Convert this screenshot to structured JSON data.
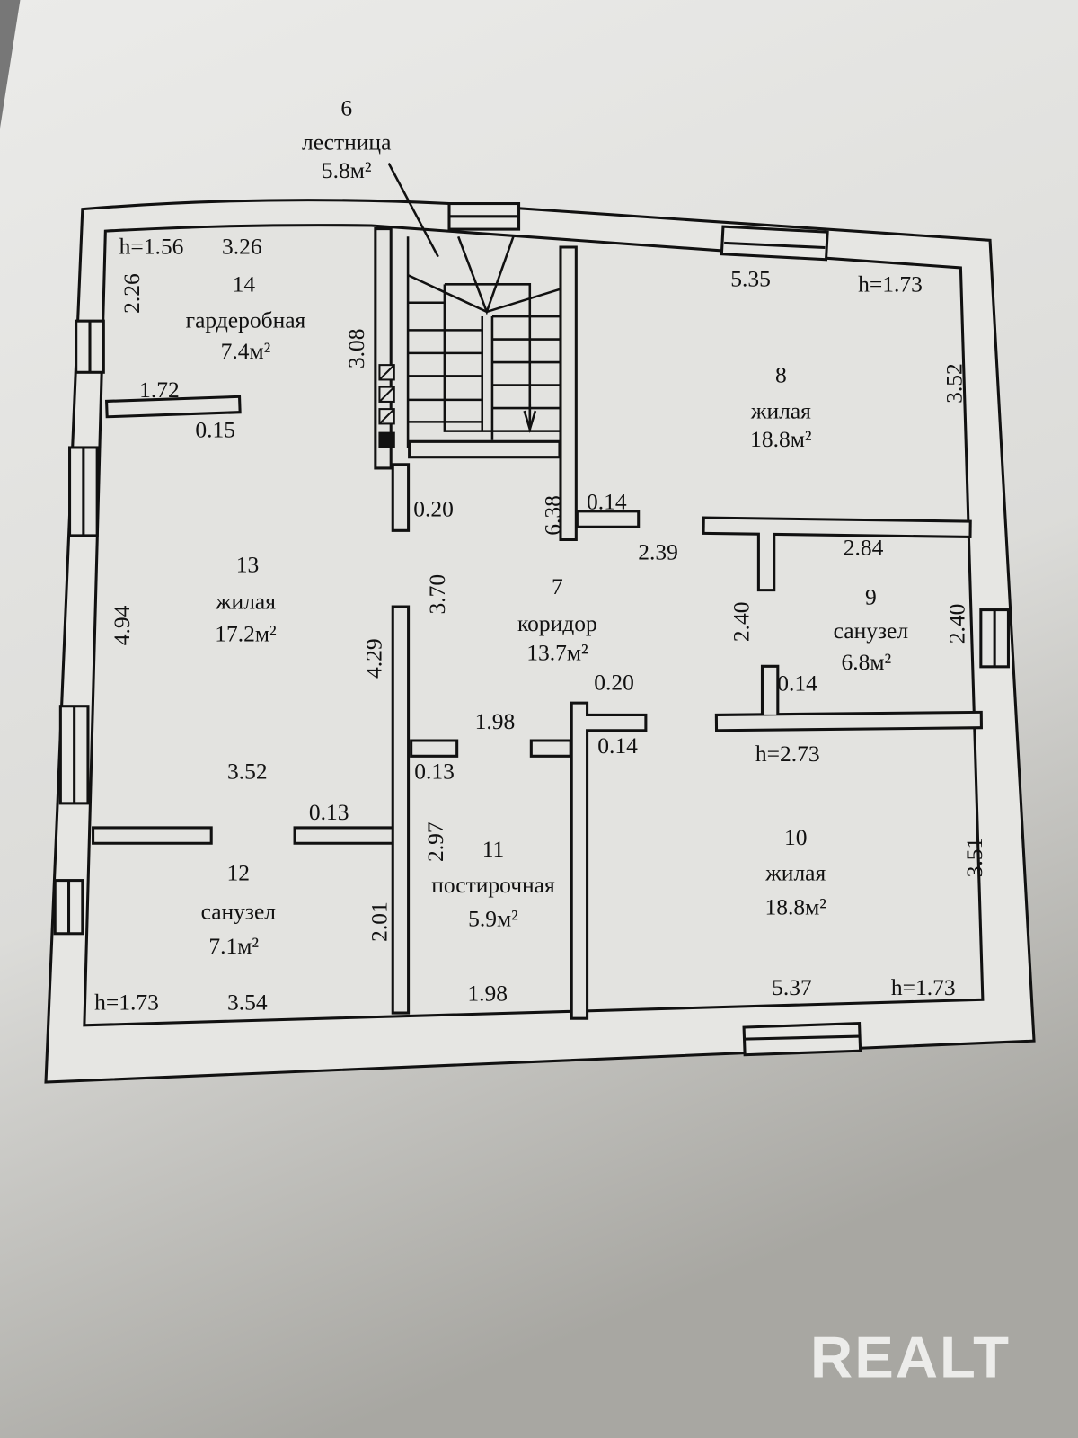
{
  "rooms": {
    "r6": {
      "number": "6",
      "name": "лестница",
      "area": "5.8м²"
    },
    "r14": {
      "number": "14",
      "name": "гардеробная",
      "area": "7.4м²"
    },
    "r8": {
      "number": "8",
      "name": "жилая",
      "area": "18.8м²"
    },
    "r13": {
      "number": "13",
      "name": "жилая",
      "area": "17.2м²"
    },
    "r7": {
      "number": "7",
      "name": "коридор",
      "area": "13.7м²"
    },
    "r9": {
      "number": "9",
      "name": "санузел",
      "area": "6.8м²"
    },
    "r11": {
      "number": "11",
      "name": "постирочная",
      "area": "5.9м²"
    },
    "r12": {
      "number": "12",
      "name": "санузел",
      "area": "7.1м²"
    },
    "r10": {
      "number": "10",
      "name": "жилая",
      "area": "18.8м²"
    }
  },
  "dims": [
    "h=1.56",
    "3.26",
    "2.26",
    "1.72",
    "0.15",
    "3.08",
    "0.20",
    "6.38",
    "0.14",
    "2.39",
    "5.35",
    "h=1.73",
    "3.52",
    "2.84",
    "2.40",
    "2.40",
    "0.14",
    "h=2.73",
    "3.70",
    "4.94",
    "4.29",
    "0.20",
    "1.98",
    "0.14",
    "0.13",
    "3.52",
    "0.13",
    "2.97",
    "3.51",
    "2.01",
    "h=1.73",
    "3.54",
    "1.98",
    "5.37",
    "h=1.73"
  ],
  "watermark": "REALT"
}
